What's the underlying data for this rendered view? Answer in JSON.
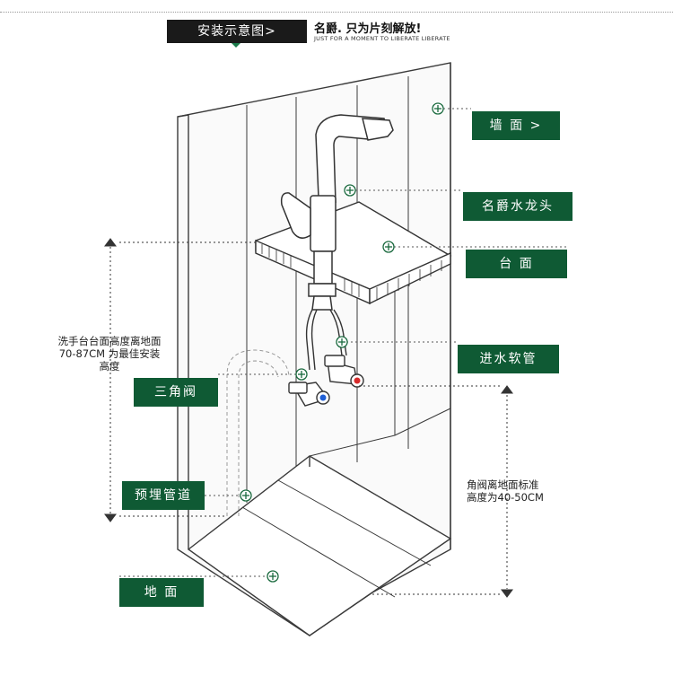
{
  "header": {
    "title": "安装示意图>",
    "slogan": "名爵. 只为片刻解放!",
    "slogan_en": "JUST FOR A MOMENT TO LIBERATE LIBERATE"
  },
  "labels": {
    "wall": "墙 面 >",
    "faucet": "名爵水龙头",
    "countertop": "台   面",
    "inlet_hose": "进水软管",
    "angle_valve": "三角阀",
    "embedded_pipe": "预埋管道",
    "floor": "地   面"
  },
  "notes": {
    "basin_height_line1": "洗手台台面高度离地面",
    "basin_height_line2": "70-87CM 为最佳安装",
    "basin_height_line3": "高度",
    "valve_height_line1": "角阀离地面标准",
    "valve_height_line2": "高度为40-50CM"
  },
  "colors": {
    "label_bg": "#0f5a34",
    "accent": "#1a7a4a",
    "hot": "#d62b2b",
    "cold": "#1f5fd6"
  }
}
